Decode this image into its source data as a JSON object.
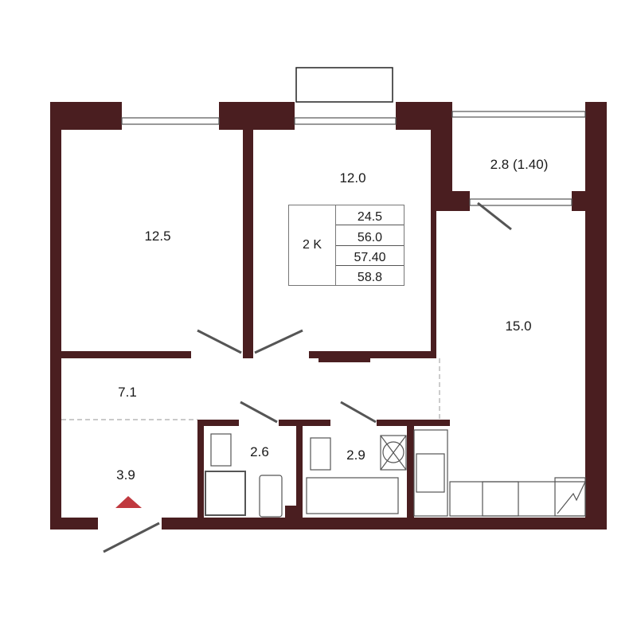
{
  "colors": {
    "wall": "#4a1e20",
    "entrance_marker": "#c0393f",
    "furniture": "#555555"
  },
  "rooms": [
    {
      "id": "bedroom-1",
      "area": "12.5"
    },
    {
      "id": "bedroom-2",
      "area": "12.0"
    },
    {
      "id": "balcony",
      "area": "2.8 (1.40)"
    },
    {
      "id": "kitchen-living",
      "area": "15.0"
    },
    {
      "id": "hallway",
      "area": "7.1"
    },
    {
      "id": "entrance",
      "area": "3.9"
    },
    {
      "id": "toilet",
      "area": "2.6"
    },
    {
      "id": "bathroom",
      "area": "2.9"
    }
  ],
  "summary": {
    "type": "2 K",
    "values": [
      "24.5",
      "56.0",
      "57.40",
      "58.8"
    ]
  }
}
